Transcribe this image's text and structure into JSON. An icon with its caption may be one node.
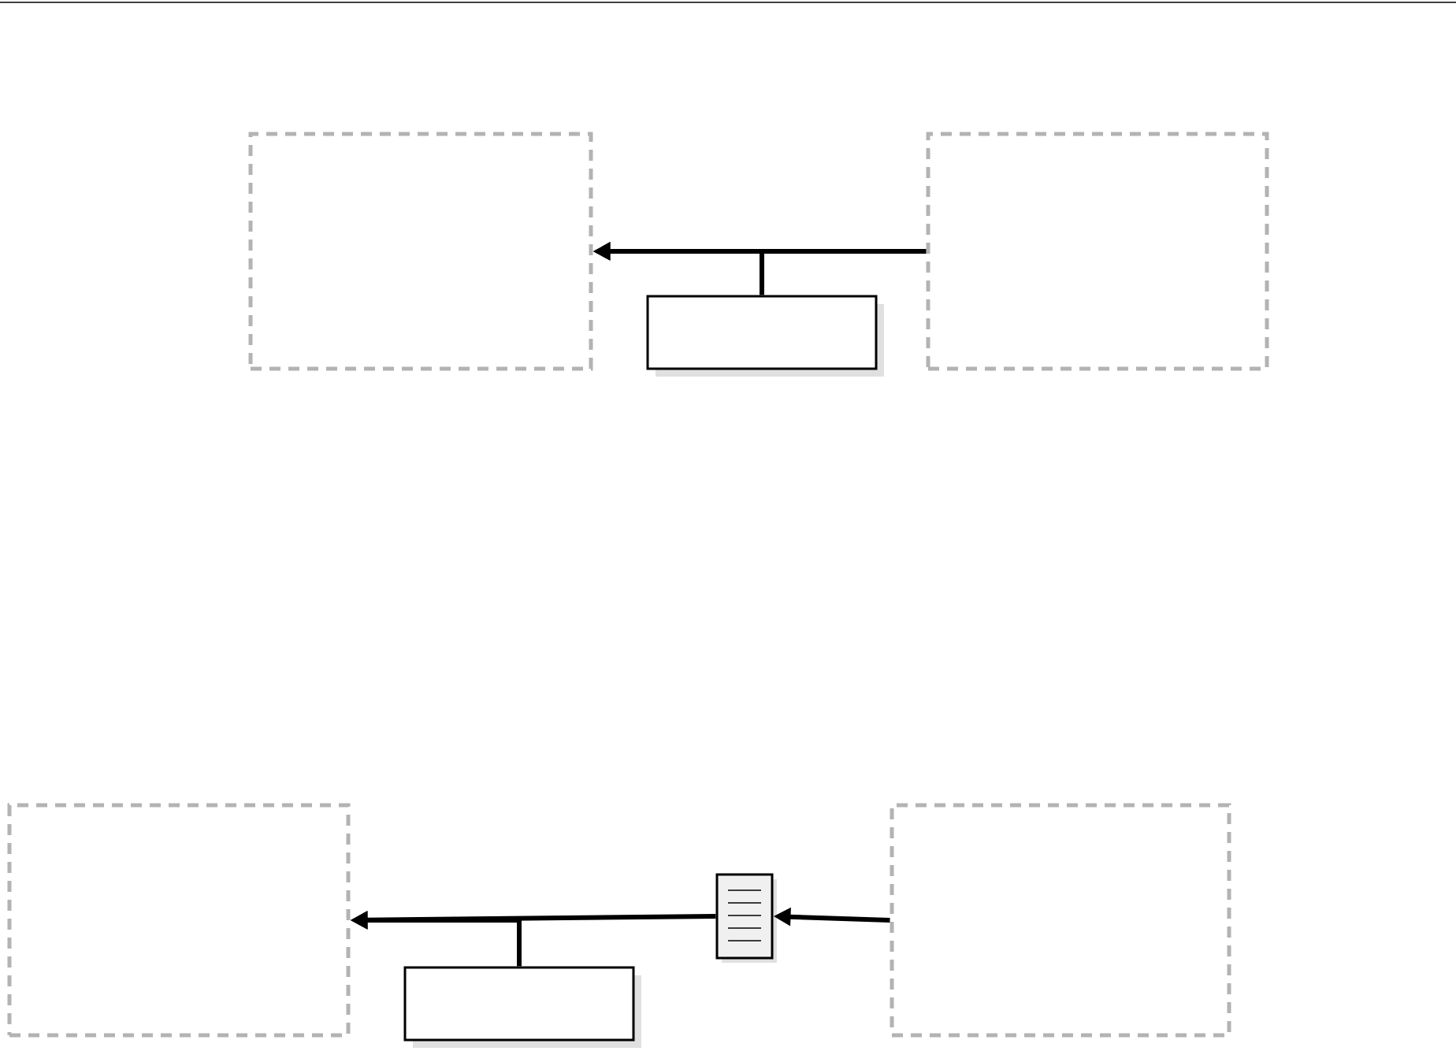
{
  "diagram": {
    "nodes": [
      {
        "text": [],
        "shape": "frame"
      },
      {
        "text": [],
        "shape": "box"
      },
      {
        "text": [],
        "shape": "frame"
      },
      {
        "text": [],
        "shape": "frame"
      },
      {
        "text": [],
        "shape": "box"
      },
      {
        "text": [],
        "shape": "document"
      },
      {
        "text": [],
        "shape": "frame"
      }
    ],
    "edges": [
      {
        "from": 2,
        "to": 0,
        "arrow": "to"
      },
      {
        "from": 1,
        "to": 0,
        "arrow": "to"
      },
      {
        "from": 6,
        "to": 5,
        "arrow": "to"
      },
      {
        "from": 5,
        "to": 3,
        "arrow": "to"
      },
      {
        "from": 4,
        "to": 3,
        "arrow": "to"
      }
    ]
  }
}
